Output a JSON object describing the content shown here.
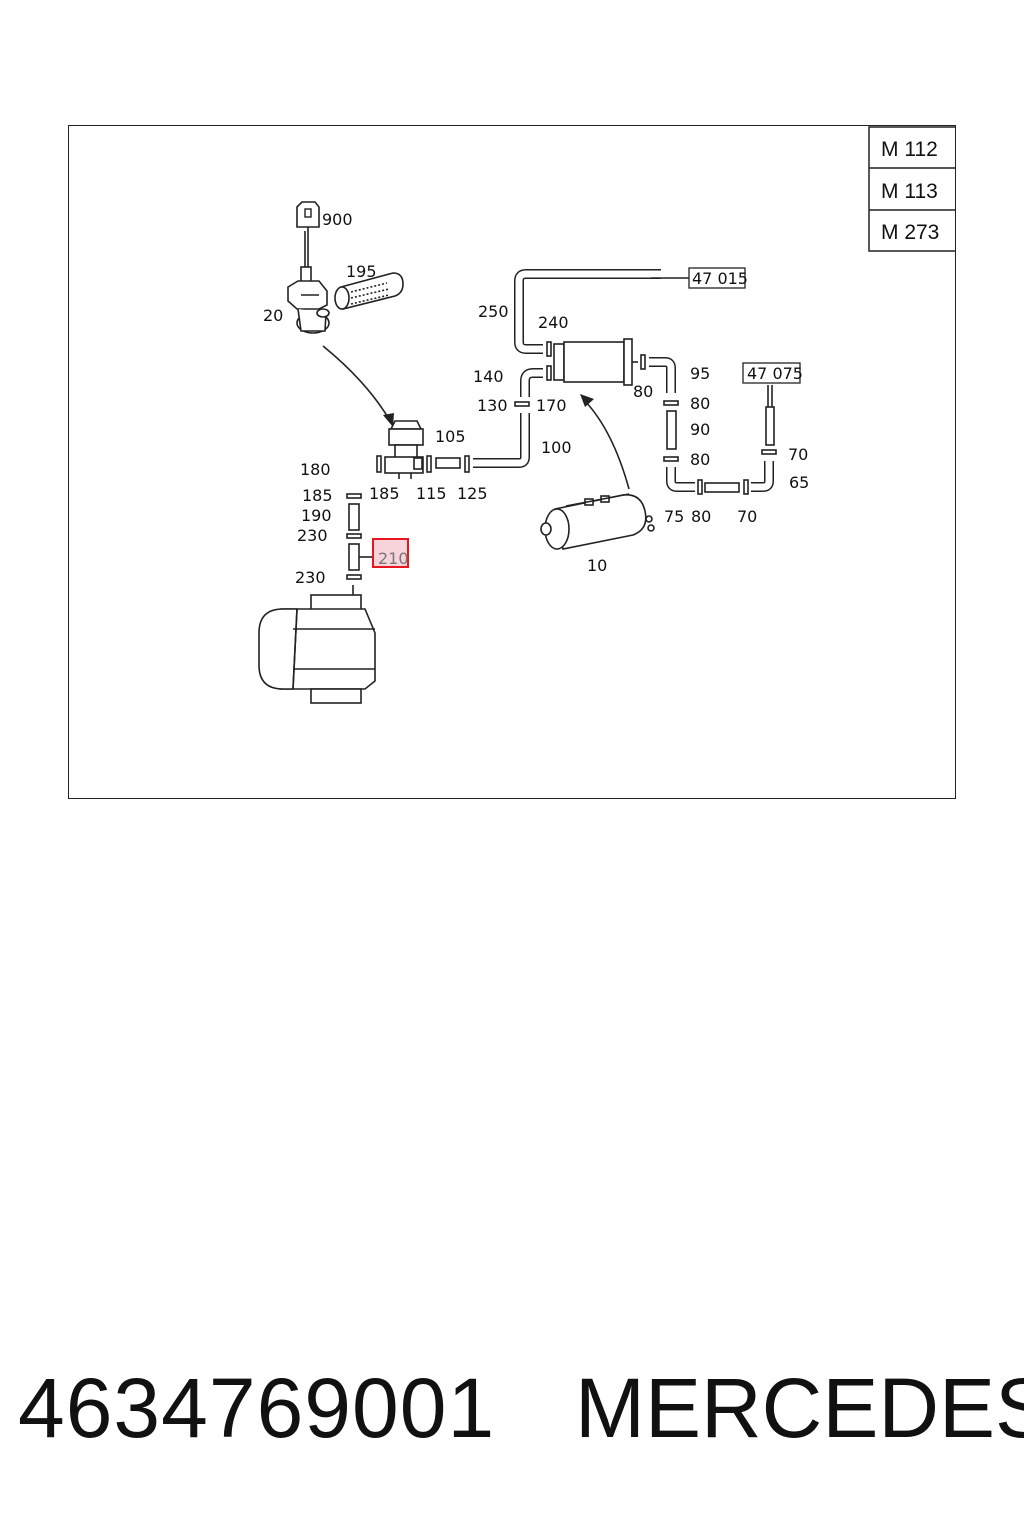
{
  "diagram": {
    "models": [
      "M 112",
      "M 113",
      "M 273"
    ],
    "labels": {
      "l900": "900",
      "l195": "195",
      "l20": "20",
      "l250": "250",
      "l240": "240",
      "l140": "140",
      "l130": "130",
      "l170": "170",
      "l105": "105",
      "l100": "100",
      "l180": "180",
      "l185a": "185",
      "l185b": "185",
      "l115": "115",
      "l125": "125",
      "l190": "190",
      "l230a": "230",
      "l230b": "230",
      "l210": "210",
      "l10": "10",
      "l80a": "80",
      "l95": "95",
      "l80b": "80",
      "l90": "90",
      "l80c": "80",
      "l75": "75",
      "l80d": "80",
      "l70a": "70",
      "l70b": "70",
      "l65": "65"
    },
    "refs": {
      "r47015": "47 015",
      "r47075": "47 075"
    },
    "highlight_color": "#e8141e"
  },
  "footer": {
    "part_number": "4634769001",
    "brand": "MERCEDES"
  }
}
